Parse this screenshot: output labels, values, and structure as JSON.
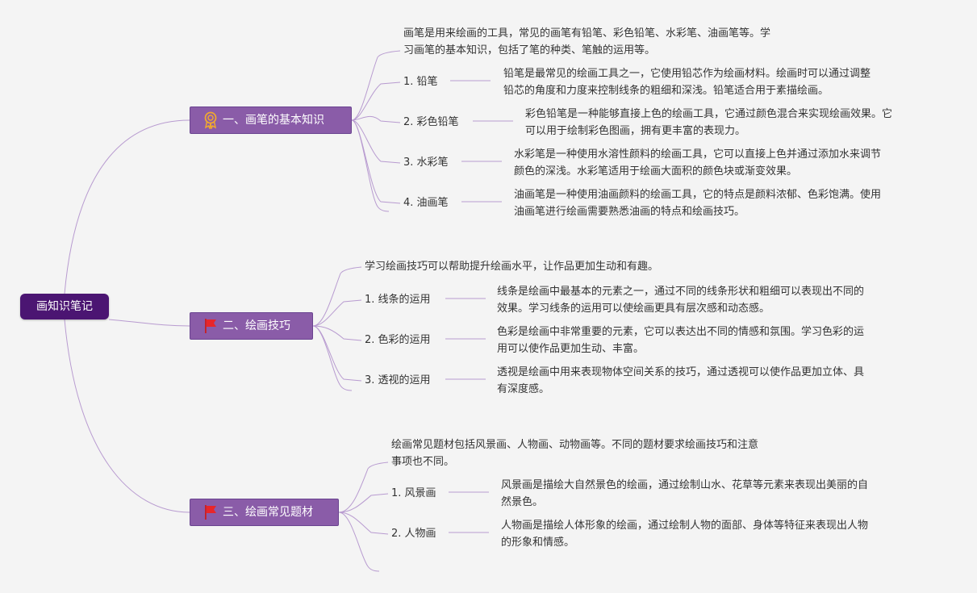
{
  "root": {
    "label": "画知识笔记"
  },
  "branches": [
    {
      "title": "一、画笔的基本知识",
      "icon": "award-ribbon-icon",
      "intro": [
        "画笔是用来绘画的工具，常见的画笔有铅笔、彩色铅笔、水彩笔、油画笔等。学",
        "习画笔的基本知识，包括了笔的种类、笔触的运用等。"
      ],
      "items": [
        {
          "label": "1. 铅笔",
          "desc": [
            "铅笔是最常见的绘画工具之一，它使用铅芯作为绘画材料。绘画时可以通过调整",
            "铅芯的角度和力度来控制线条的粗细和深浅。铅笔适合用于素描绘画。"
          ]
        },
        {
          "label": "2. 彩色铅笔",
          "desc": [
            "彩色铅笔是一种能够直接上色的绘画工具，它通过颜色混合来实现绘画效果。它",
            "可以用于绘制彩色图画，拥有更丰富的表现力。"
          ]
        },
        {
          "label": "3. 水彩笔",
          "desc": [
            "水彩笔是一种使用水溶性颜料的绘画工具，它可以直接上色并通过添加水来调节",
            "颜色的深浅。水彩笔适用于绘画大面积的颜色块或渐变效果。"
          ]
        },
        {
          "label": "4. 油画笔",
          "desc": [
            "油画笔是一种使用油画颜料的绘画工具，它的特点是颜料浓郁、色彩饱满。使用",
            "油画笔进行绘画需要熟悉油画的特点和绘画技巧。"
          ]
        }
      ]
    },
    {
      "title": "二、绘画技巧",
      "icon": "red-flag-icon",
      "intro": [
        "学习绘画技巧可以帮助提升绘画水平，让作品更加生动和有趣。"
      ],
      "items": [
        {
          "label": "1. 线条的运用",
          "desc": [
            "线条是绘画中最基本的元素之一，通过不同的线条形状和粗细可以表现出不同的",
            "效果。学习线条的运用可以使绘画更具有层次感和动态感。"
          ]
        },
        {
          "label": "2. 色彩的运用",
          "desc": [
            "色彩是绘画中非常重要的元素，它可以表达出不同的情感和氛围。学习色彩的运",
            "用可以使作品更加生动、丰富。"
          ]
        },
        {
          "label": "3. 透视的运用",
          "desc": [
            "透视是绘画中用来表现物体空间关系的技巧，通过透视可以使作品更加立体、具",
            "有深度感。"
          ]
        }
      ]
    },
    {
      "title": "三、绘画常见题材",
      "icon": "red-flag-icon",
      "intro": [
        "绘画常见题材包括风景画、人物画、动物画等。不同的题材要求绘画技巧和注意",
        "事项也不同。"
      ],
      "items": [
        {
          "label": "1. 风景画",
          "desc": [
            "风景画是描绘大自然景色的绘画，通过绘制山水、花草等元素来表现出美丽的自",
            "然景色。"
          ]
        },
        {
          "label": "2. 人物画",
          "desc": [
            "人物画是描绘人体形象的绘画，通过绘制人物的面部、身体等特征来表现出人物",
            "的形象和情感。"
          ]
        }
      ]
    }
  ],
  "colors": {
    "line": "#b89bd0",
    "root_fill": "#4b1572",
    "branch_fill": "#8a5ca8",
    "flag": "#e8262a",
    "ribbon": "#f0a830"
  }
}
